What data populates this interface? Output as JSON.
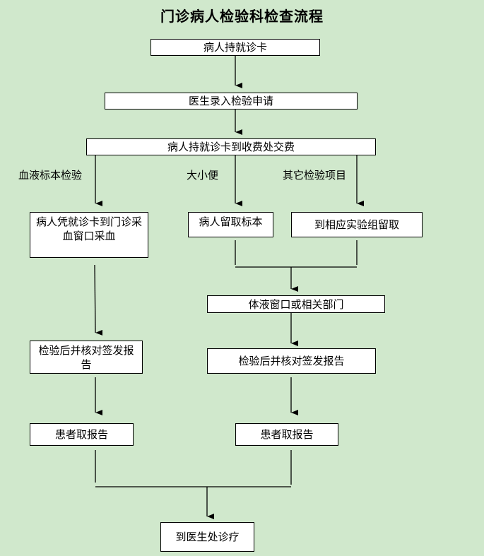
{
  "title": "门诊病人检验科检查流程",
  "nodes": {
    "n1": "病人持就诊卡",
    "n2": "医生录入检验申请",
    "n3": "病人持就诊卡到收费处交费",
    "n4": "病人凭就诊卡到门诊采血窗口采血",
    "n5": "病人留取标本",
    "n6": "到相应实验组留取",
    "n7": "体液窗口或相关部门",
    "n8": "检验后并核对签发报告",
    "n9": "检验后并核对签发报告",
    "n10": "患者取报告",
    "n11": "患者取报告",
    "n12": "到医生处诊疗"
  },
  "branch_labels": {
    "blood": "血液标本检验",
    "stool_urine": "大小便",
    "other": "其它检验项目"
  }
}
